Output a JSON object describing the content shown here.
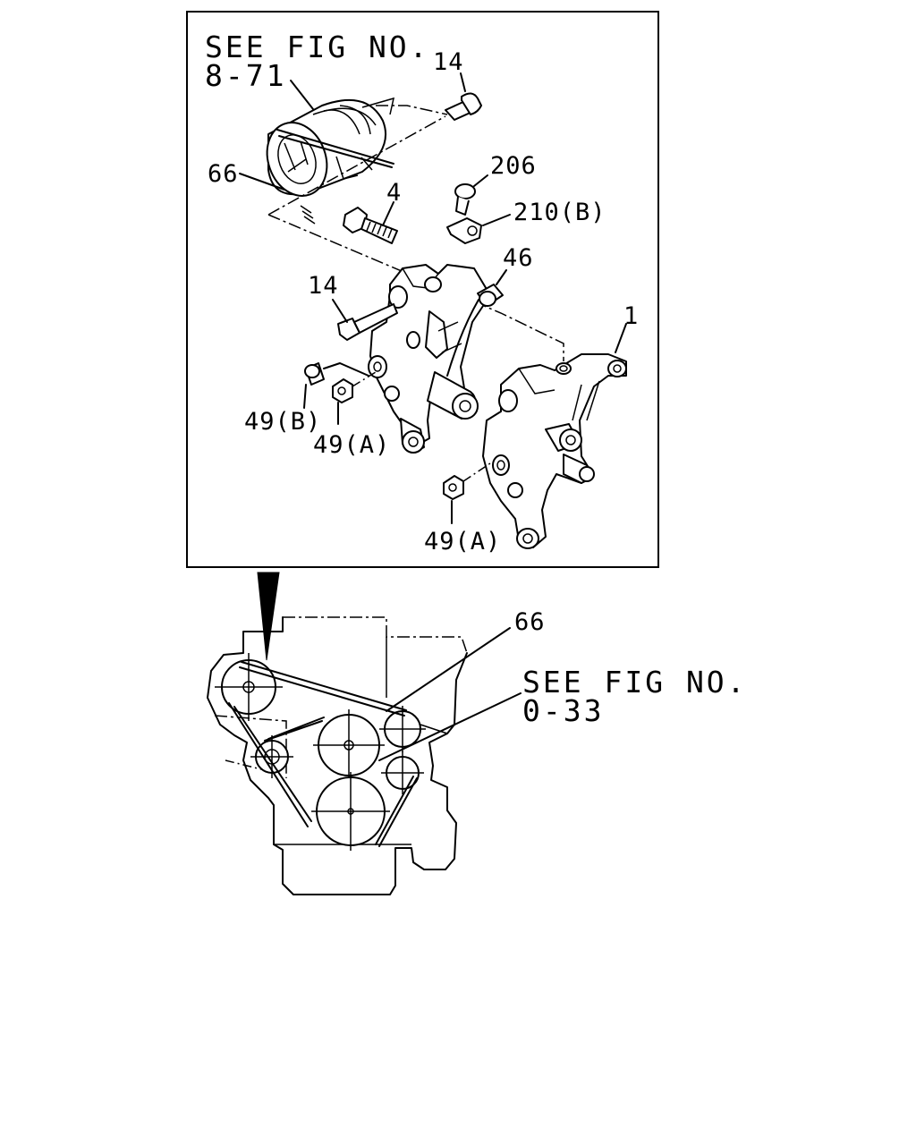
{
  "diagram": {
    "inset_reference": {
      "line1": "SEE FIG NO.",
      "line2": "8-71"
    },
    "engine_reference": {
      "line1": "SEE FIG NO.",
      "line2": "0-33"
    },
    "callouts": {
      "c14_top": "14",
      "c66_top": "66",
      "c206": "206",
      "c4": "4",
      "c210b": "210(B)",
      "c46": "46",
      "c14_mid": "14",
      "c1": "1",
      "c49b": "49(B)",
      "c49a_left": "49(A)",
      "c49a_bottom": "49(A)",
      "c66_engine": "66"
    }
  }
}
